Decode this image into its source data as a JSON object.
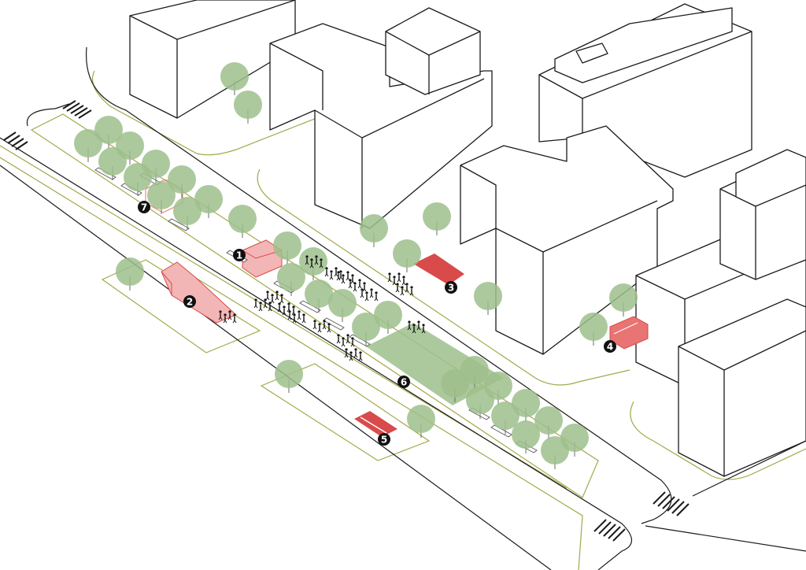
{
  "colors": {
    "outline": "#1a1a1a",
    "green_line": "#a3a84a",
    "tree": "#9dbf8c",
    "lawn": "#9dbf8c",
    "red": "#d94a4a",
    "red_light": "#f3b6b6",
    "marker_bg": "#111111",
    "marker_fg": "#ffffff",
    "building_fill": "#ffffff"
  },
  "markers": [
    {
      "id": "1"
    },
    {
      "id": "2"
    },
    {
      "id": "3"
    },
    {
      "id": "4"
    },
    {
      "id": "5"
    },
    {
      "id": "6"
    },
    {
      "id": "7"
    }
  ],
  "icons": [
    "tree-icon",
    "bench-icon",
    "crosswalk-icon",
    "pedestrian-group-icon",
    "numbered-marker-icon"
  ]
}
